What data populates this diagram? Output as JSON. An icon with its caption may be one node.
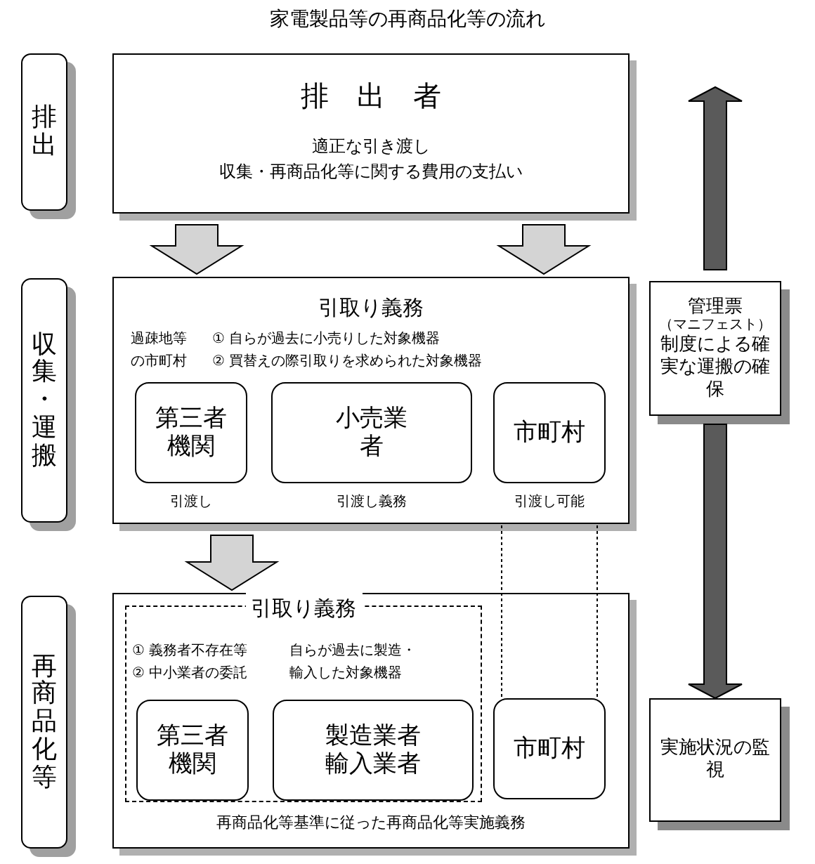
{
  "diagram": {
    "title": "家電製品等の再商品化等の流れ",
    "nodes": [
      {
        "text": [
          "排出"
        ]
      },
      {
        "text": [
          "排　出　者",
          "適正な引き渡し",
          "収集・再商品化等に関する費用の支払い"
        ]
      },
      {
        "text": [
          "収集・運搬"
        ]
      },
      {
        "text": [
          "引取り義務",
          "過疎地等の市町村",
          "① 自らが過去に小売りした対象機器",
          "② 買替えの際引取りを求められた対象機器"
        ]
      },
      {
        "text": [
          "第三者機関"
        ],
        "in": 3,
        "beside": [
          "引渡し"
        ]
      },
      {
        "text": [
          "小売業者"
        ],
        "in": 3,
        "beside": [
          "引渡し義務"
        ]
      },
      {
        "text": [
          "市町村"
        ],
        "in": 3,
        "beside": [
          "引渡し可能"
        ]
      },
      {
        "text": [
          "再商品化等"
        ]
      },
      {
        "text": [
          "再商品化等基準に従った再商品化等実施義務"
        ]
      },
      {
        "text": [
          "引取り義務",
          "① 義務者不存在等",
          "② 中小業者の委託",
          "自らが過去に製造・輸入した対象機器"
        ],
        "in": 8
      },
      {
        "text": [
          "第三者機関"
        ],
        "in": 9
      },
      {
        "text": [
          "製造業者",
          "輸入業者"
        ],
        "in": 9
      },
      {
        "text": [
          "市町村"
        ],
        "in": 8
      },
      {
        "text": [
          "管理票",
          "（マニフェスト）",
          "制度による確実な運搬の確保"
        ]
      },
      {
        "text": [
          "実施状況の監視"
        ]
      }
    ],
    "edges": [
      {
        "from": 1,
        "to": 3,
        "arrow": "to"
      },
      {
        "from": 1,
        "to": 3,
        "arrow": "to"
      },
      {
        "from": 3,
        "to": 8,
        "arrow": "to"
      },
      {
        "from": 3,
        "to": 12,
        "arrow": "none",
        "style": "dashed"
      },
      {
        "from": 3,
        "to": 12,
        "arrow": "none",
        "style": "dashed"
      },
      {
        "from": 13,
        "to": null,
        "arrow": "to",
        "style": "thick"
      },
      {
        "from": 13,
        "to": 14,
        "arrow": "to",
        "style": "thick"
      }
    ]
  }
}
